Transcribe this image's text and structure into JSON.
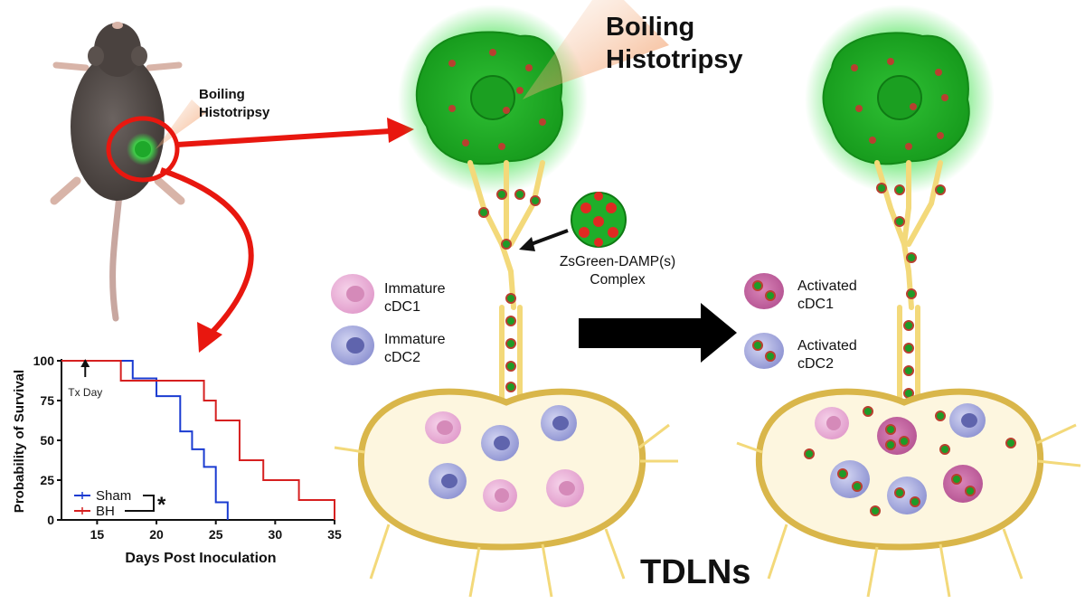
{
  "labels": {
    "bh_small": [
      "Boiling",
      "Histotripsy"
    ],
    "bh_large": [
      "Boiling",
      "Histotripsy"
    ],
    "complex": [
      "ZsGreen-DAMP(s)",
      "Complex"
    ],
    "immature_cdc1": [
      "Immature",
      "cDC1"
    ],
    "immature_cdc2": [
      "Immature",
      "cDC2"
    ],
    "activated_cdc1": [
      "Activated",
      "cDC1"
    ],
    "activated_cdc2": [
      "Activated",
      "cDC2"
    ],
    "tdlns": "TDLNs"
  },
  "colors": {
    "arrow_red": "#e8170f",
    "tumor_green": "#22b82a",
    "tumor_glow": "#3ee04a",
    "vessel_yellow": "#f3d97a",
    "lymph_node_fill": "#fdf6df",
    "lymph_node_border": "#d9b64a",
    "cdc1_pink": "#e6a9d2",
    "cdc2_purple": "#9b9fd8",
    "damp_red": "#d8342c",
    "sham_blue": "#1a3bd1",
    "bh_red": "#d62020",
    "big_arrow": "#000000"
  },
  "icons": [
    "mouse-illustration",
    "tumor-icon",
    "lymph-node-icon",
    "dendritic-cell-icon",
    "damp-complex-icon"
  ],
  "chart_data": {
    "type": "line",
    "step": true,
    "ylabel": "Probability of Survival",
    "xlabel": "Days Post Inoculation",
    "xlim": [
      12,
      35
    ],
    "ylim": [
      0,
      100
    ],
    "x_ticks": [
      "15",
      "20",
      "25",
      "30",
      "35"
    ],
    "y_ticks": [
      "0",
      "25",
      "50",
      "75",
      "100"
    ],
    "annotation": "Tx Day",
    "annotation_x": 14,
    "significance": "*",
    "series": [
      {
        "name": "Sham",
        "color": "#1a3bd1",
        "x": [
          12,
          18,
          20,
          22,
          23,
          24,
          25,
          26
        ],
        "y": [
          100,
          88.9,
          77.8,
          55.6,
          44.4,
          33.3,
          11.1,
          0
        ]
      },
      {
        "name": "BH",
        "color": "#d62020",
        "x": [
          12,
          17,
          20,
          24,
          25,
          27,
          29,
          32,
          35
        ],
        "y": [
          100,
          87.5,
          87.5,
          75,
          62.5,
          37.5,
          25,
          12.5,
          0
        ]
      }
    ]
  }
}
